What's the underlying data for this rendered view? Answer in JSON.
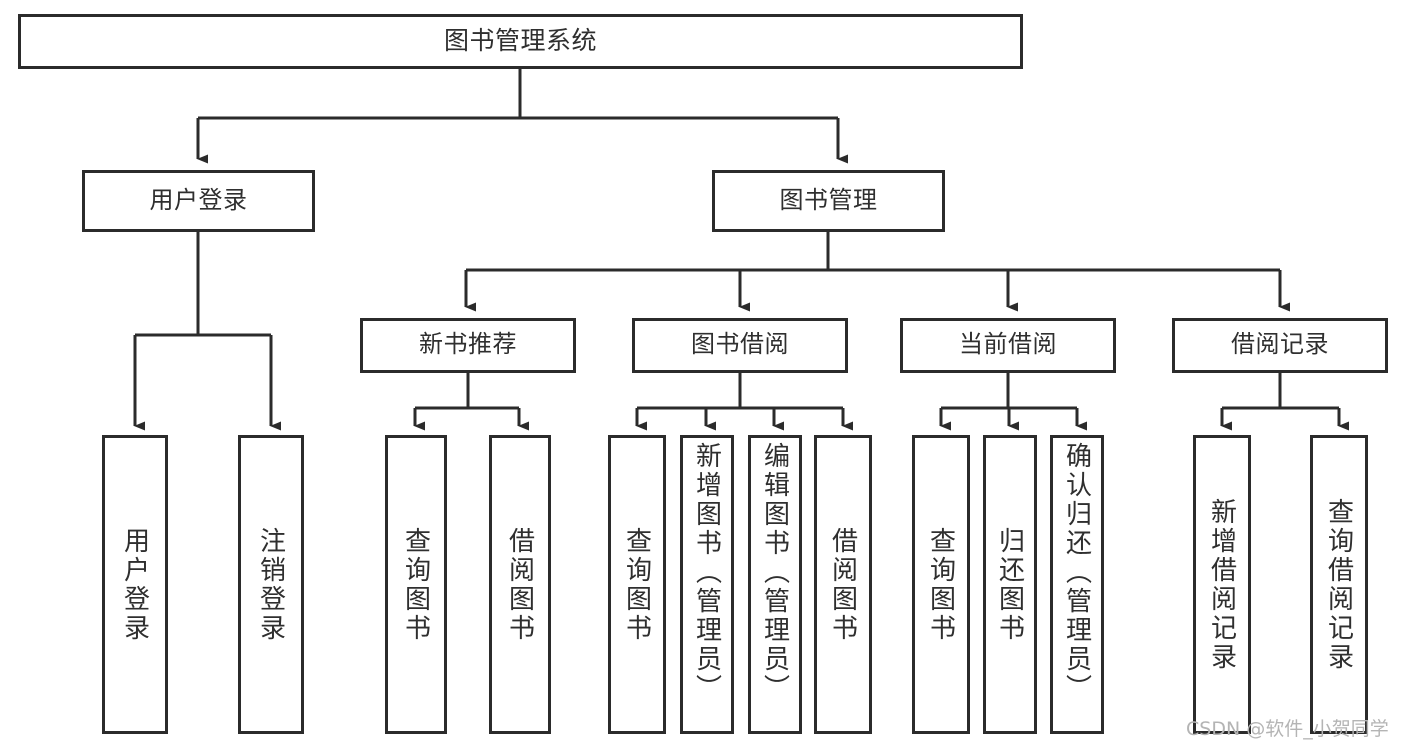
{
  "diagram": {
    "title": "图书管理系统",
    "type": "tree-hierarchy",
    "theme": {
      "background": "#ffffff",
      "box_border": "#2b2b2b",
      "box_fill": "#ffffff",
      "text": "#2f2f2f",
      "edge": "#2b2b2b",
      "watermark": "#b4b4b4"
    },
    "root": {
      "label": "图书管理系统"
    },
    "level1": [
      {
        "label": "用户登录"
      },
      {
        "label": "图书管理"
      }
    ],
    "level2": [
      {
        "label": "新书推荐"
      },
      {
        "label": "图书借阅"
      },
      {
        "label": "当前借阅"
      },
      {
        "label": "借阅记录"
      }
    ],
    "leaves": {
      "user_login": [
        {
          "label": "用户登录"
        },
        {
          "label": "注销登录"
        }
      ],
      "new_book_recommend": [
        {
          "label": "查询图书"
        },
        {
          "label": "借阅图书"
        }
      ],
      "book_borrow": [
        {
          "label": "查询图书"
        },
        {
          "label": "新增图书（管理员）"
        },
        {
          "label": "编辑图书（管理员）"
        },
        {
          "label": "借阅图书"
        }
      ],
      "current_borrow": [
        {
          "label": "查询图书"
        },
        {
          "label": "归还图书"
        },
        {
          "label": "确认归还（管理员）"
        }
      ],
      "borrow_record": [
        {
          "label": "新增借阅记录"
        },
        {
          "label": "查询借阅记录"
        }
      ]
    }
  },
  "watermark": {
    "text": "CSDN @软件_小贺同学"
  }
}
